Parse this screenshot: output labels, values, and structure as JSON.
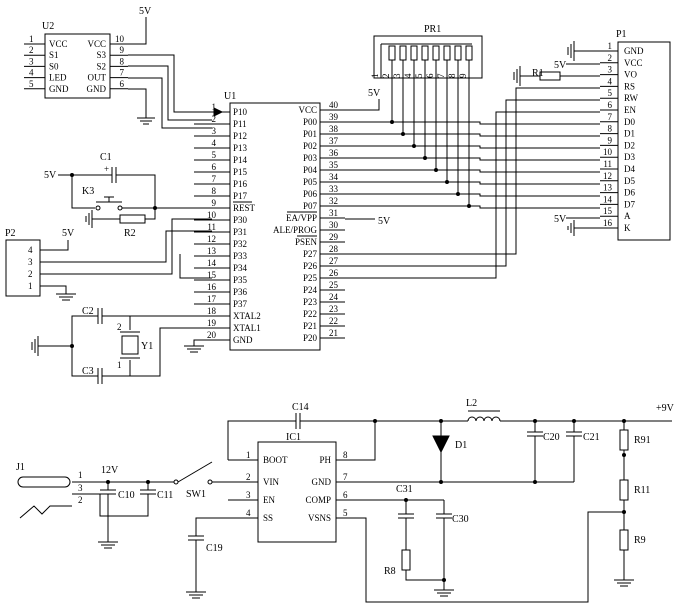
{
  "u2": {
    "ref": "U2",
    "left_pins": [
      {
        "num": "1",
        "name": "VCC"
      },
      {
        "num": "2",
        "name": "S1"
      },
      {
        "num": "3",
        "name": "S0"
      },
      {
        "num": "4",
        "name": "LED"
      },
      {
        "num": "5",
        "name": "GND"
      }
    ],
    "right_pins": [
      {
        "num": "10",
        "name": "VCC"
      },
      {
        "num": "9",
        "name": "S3"
      },
      {
        "num": "8",
        "name": "S2"
      },
      {
        "num": "7",
        "name": "OUT"
      },
      {
        "num": "6",
        "name": "GND"
      }
    ]
  },
  "pr1": {
    "ref": "PR1",
    "pins": [
      "1",
      "2",
      "3",
      "4",
      "5",
      "6",
      "7",
      "8",
      "9"
    ]
  },
  "p1": {
    "ref": "P1",
    "pins": [
      {
        "num": "1",
        "name": "GND"
      },
      {
        "num": "2",
        "name": "VCC"
      },
      {
        "num": "3",
        "name": "VO"
      },
      {
        "num": "4",
        "name": "RS"
      },
      {
        "num": "5",
        "name": "RW"
      },
      {
        "num": "6",
        "name": "EN"
      },
      {
        "num": "7",
        "name": "D0"
      },
      {
        "num": "8",
        "name": "D1"
      },
      {
        "num": "9",
        "name": "D2"
      },
      {
        "num": "10",
        "name": "D3"
      },
      {
        "num": "11",
        "name": "D4"
      },
      {
        "num": "12",
        "name": "D5"
      },
      {
        "num": "13",
        "name": "D6"
      },
      {
        "num": "14",
        "name": "D7"
      },
      {
        "num": "15",
        "name": "A"
      },
      {
        "num": "16",
        "name": "K"
      }
    ]
  },
  "u1": {
    "ref": "U1",
    "left_pins": [
      {
        "num": "1",
        "name": "P10"
      },
      {
        "num": "2",
        "name": "P11"
      },
      {
        "num": "3",
        "name": "P12"
      },
      {
        "num": "4",
        "name": "P13"
      },
      {
        "num": "5",
        "name": "P14"
      },
      {
        "num": "6",
        "name": "P15"
      },
      {
        "num": "7",
        "name": "P16"
      },
      {
        "num": "8",
        "name": "P17"
      },
      {
        "num": "9",
        "name": "REST"
      },
      {
        "num": "10",
        "name": "P30"
      },
      {
        "num": "11",
        "name": "P31"
      },
      {
        "num": "12",
        "name": "P32"
      },
      {
        "num": "13",
        "name": "P33"
      },
      {
        "num": "14",
        "name": "P34"
      },
      {
        "num": "15",
        "name": "P35"
      },
      {
        "num": "16",
        "name": "P36"
      },
      {
        "num": "17",
        "name": "P37"
      },
      {
        "num": "18",
        "name": "XTAL2"
      },
      {
        "num": "19",
        "name": "XTAL1"
      },
      {
        "num": "20",
        "name": "GND"
      }
    ],
    "right_pins": [
      {
        "num": "40",
        "name": "VCC"
      },
      {
        "num": "39",
        "name": "P00"
      },
      {
        "num": "38",
        "name": "P01"
      },
      {
        "num": "37",
        "name": "P02"
      },
      {
        "num": "36",
        "name": "P03"
      },
      {
        "num": "35",
        "name": "P04"
      },
      {
        "num": "34",
        "name": "P05"
      },
      {
        "num": "33",
        "name": "P06"
      },
      {
        "num": "32",
        "name": "P07"
      },
      {
        "num": "31",
        "name": "EA/VPP"
      },
      {
        "num": "30",
        "name": "ALE/PROG"
      },
      {
        "num": "29",
        "name": "PSEN"
      },
      {
        "num": "28",
        "name": "P27"
      },
      {
        "num": "27",
        "name": "P26"
      },
      {
        "num": "26",
        "name": "P25"
      },
      {
        "num": "25",
        "name": "P24"
      },
      {
        "num": "24",
        "name": "P23"
      },
      {
        "num": "23",
        "name": "P22"
      },
      {
        "num": "22",
        "name": "P21"
      },
      {
        "num": "21",
        "name": "P20"
      }
    ]
  },
  "p2": {
    "ref": "P2",
    "pins": [
      "4",
      "3",
      "2",
      "1"
    ]
  },
  "ic1": {
    "ref": "IC1",
    "left_pins": [
      {
        "num": "1",
        "name": "BOOT"
      },
      {
        "num": "2",
        "name": "VIN"
      },
      {
        "num": "3",
        "name": "EN"
      },
      {
        "num": "4",
        "name": "SS"
      }
    ],
    "right_pins": [
      {
        "num": "8",
        "name": "PH"
      },
      {
        "num": "7",
        "name": "GND"
      },
      {
        "num": "6",
        "name": "COMP"
      },
      {
        "num": "5",
        "name": "VSNS"
      }
    ]
  },
  "labels": {
    "v5": "5V",
    "v12": "12V",
    "v9": "+9V",
    "c1": "C1",
    "c1_plus": "+",
    "k3": "K3",
    "r2": "R2",
    "r1": "R1",
    "c2": "C2",
    "c3": "C3",
    "y1": "Y1",
    "y1_pin1": "1",
    "y1_pin2": "2",
    "c14": "C14",
    "l2": "L2",
    "d1": "D1",
    "c20": "C20",
    "c21": "C21",
    "r91": "R91",
    "r11": "R11",
    "r9": "R9",
    "c31": "C31",
    "c30": "C30",
    "r8": "R8",
    "c19": "C19",
    "sw1": "SW1",
    "c10": "C10",
    "c11": "C11",
    "j1": "J1",
    "j1_pin1": "1",
    "j1_pin2": "2",
    "j1_pin3": "3"
  }
}
